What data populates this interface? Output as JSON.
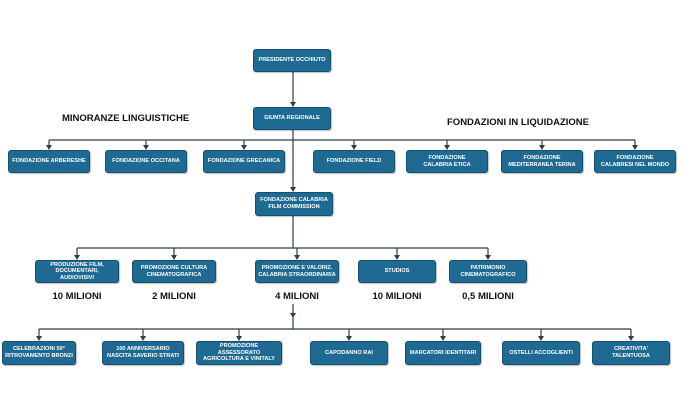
{
  "top": {
    "president": "PRESIDENTE OCCHIUTO",
    "giunta": "GIUNTA REGIONALE"
  },
  "headings": {
    "minoranze": "MINORANZE LINGUISTICHE",
    "liquidazione": "FONDAZIONI IN LIQUIDAZIONE"
  },
  "row1": [
    "FONDAZIONE ARBERESHE",
    "FONDAZIONE OCCITANA",
    "FONDAZIONE GRECANICA",
    "FONDAZIONE FIELD",
    "FONDAZIONE\nCALABRIA ETICA",
    "FONDAZIONE\nMEDITERRANEA TERINA",
    "FONDAZIONE\nCALABRESI NEL MONDO"
  ],
  "film_commission": "FONDAZIONE CALABRIA\nFILM COMMISSION",
  "row2": [
    "PRODUZIONE FILM,\nDOCUMENTARI, AUDIOVISIVI",
    "PROMOZIONE CULTURA\nCINEMATOGRAFICA",
    "PROMOZIONE E VALORIZ.\nCALABRIA STRAORDINARIA",
    "STUDIOS",
    "PATRIMONIO\nCINEMATOGRAFICO"
  ],
  "amounts": [
    "10 MILIONI",
    "2 MILIONI",
    "4 MILIONI",
    "10 MILIONI",
    "0,5 MILIONI"
  ],
  "row3": [
    "CELEBRAZIONI 50°\nRITROVAMENTO BRONZI",
    "100 ANNIVERSARIO\nNASCITA SAVERIO STRATI",
    "PROMOZIONE ASSESSORATO\nAGRICOLTURA E VINITALY",
    "CAPODANNO RAI",
    "MARCATORI IDENTITARI",
    "OSTELLI ACCOGLIENTI",
    "CREATIVITA' TALENTUOSA"
  ],
  "colors": {
    "box": "#1f6a92",
    "line": "#2f3e4a",
    "text": "#111111"
  }
}
